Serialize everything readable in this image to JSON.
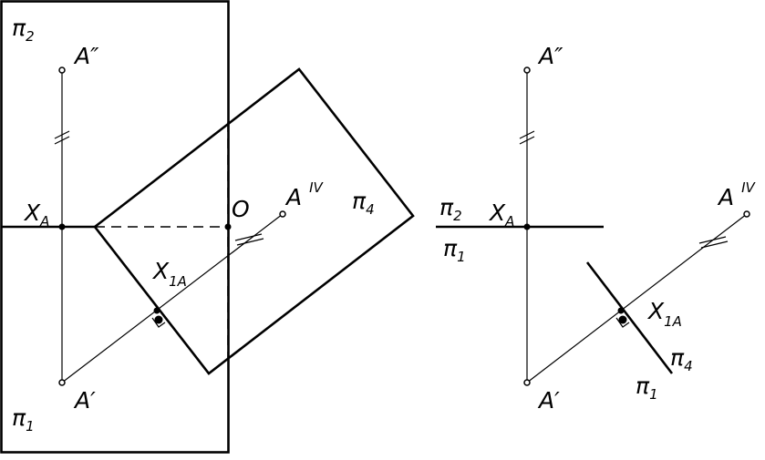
{
  "left": {
    "plane_p2": {
      "base": "π",
      "sub": "2"
    },
    "plane_p1": {
      "base": "π",
      "sub": "1"
    },
    "plane_p4": {
      "base": "π",
      "sub": "4"
    },
    "point_A2": "A″",
    "point_A1": "A′",
    "point_A4": {
      "base": "A",
      "sup": "IV"
    },
    "point_XA": {
      "base": "X",
      "sub": "A"
    },
    "point_X1A": {
      "base": "X",
      "sub": "1A"
    },
    "point_O": "O"
  },
  "right": {
    "plane_p2": {
      "base": "π",
      "sub": "2"
    },
    "plane_p1": {
      "base": "π",
      "sub": "1"
    },
    "plane_p4": {
      "base": "π",
      "sub": "4"
    },
    "plane_p1b": {
      "base": "π",
      "sub": "1"
    },
    "point_A2": "A″",
    "point_A1": "A′",
    "point_A4": {
      "base": "A",
      "sup": "IV"
    },
    "point_XA": {
      "base": "X",
      "sub": "A"
    },
    "point_X1A": {
      "base": "X",
      "sub": "1A"
    }
  }
}
